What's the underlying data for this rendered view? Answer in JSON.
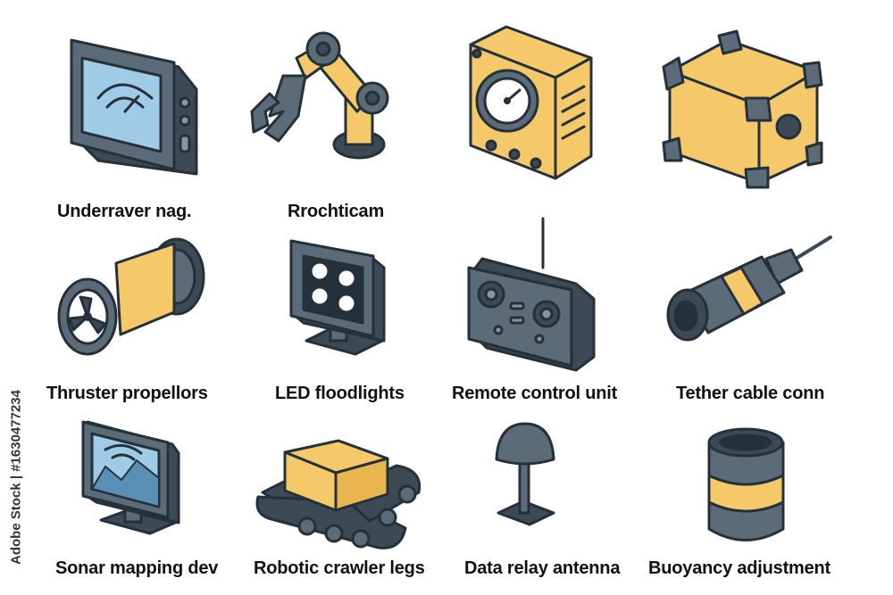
{
  "palette": {
    "slate": "#5c6b78",
    "dark": "#3d4a55",
    "outline": "#24313a",
    "yellow": "#f5c969",
    "screen": "#9fcbe6",
    "light": "#8795a1"
  },
  "icons": [
    {
      "label": "Underraver nag.",
      "icon": "navigation-display-icon"
    },
    {
      "label": "Rrochticam",
      "icon": "robotic-arm-icon"
    },
    {
      "label": "",
      "icon": "pressure-gauge-box-icon"
    },
    {
      "label": "",
      "icon": "equipment-crate-icon"
    },
    {
      "label": "Thruster propellors",
      "icon": "thruster-icon"
    },
    {
      "label": "LED floodlights",
      "icon": "led-floodlight-icon"
    },
    {
      "label": "Remote control unit",
      "icon": "remote-controller-icon"
    },
    {
      "label": "Tether cable conn",
      "icon": "tether-connector-icon"
    },
    {
      "label": "Sonar mapping dev",
      "icon": "sonar-monitor-icon"
    },
    {
      "label": "Robotic crawler legs",
      "icon": "crawler-tracks-icon"
    },
    {
      "label": "Data relay antenna",
      "icon": "antenna-icon"
    },
    {
      "label": "Buoyancy adjustment",
      "icon": "buoyancy-cylinder-icon"
    }
  ],
  "side_id": "Adobe Stock | #1630477234"
}
